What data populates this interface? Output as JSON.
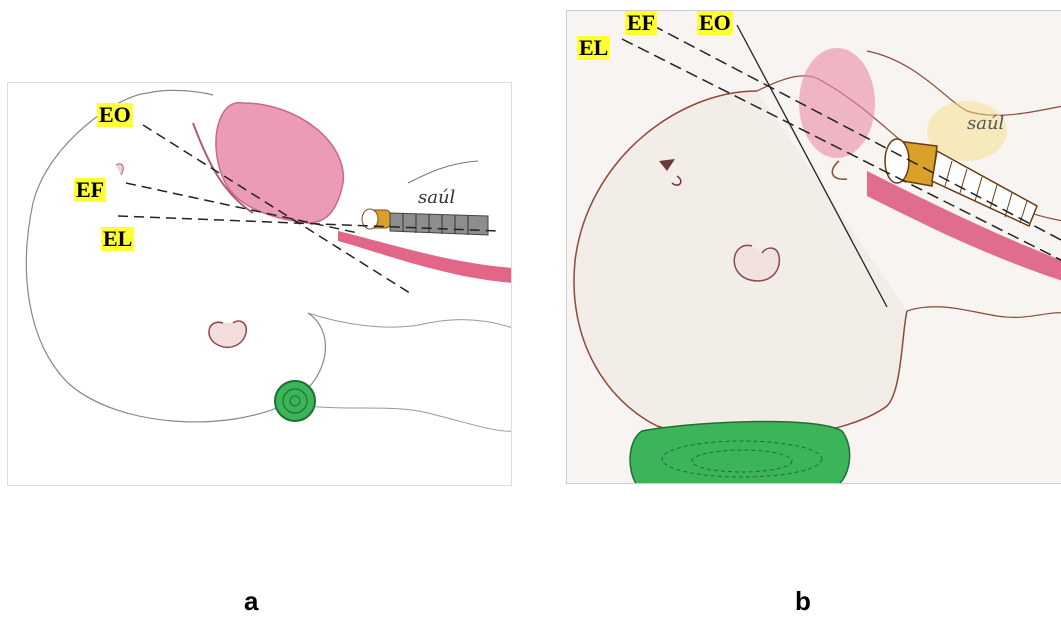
{
  "panel_a": {
    "caption": "a",
    "labels": {
      "eo": "EO",
      "ef": "EF",
      "el": "EL"
    },
    "tube_label": "saúl"
  },
  "panel_b": {
    "caption": "b",
    "labels": {
      "eo": "EO",
      "ef": "EF",
      "el": "EL"
    },
    "tube_label": "saúl"
  },
  "colors": {
    "highlight": "#ffff33",
    "pharynx_pink": "#e98aa8",
    "muscle_red": "#d9406a",
    "tube_gold": "#d9a12a",
    "cushion_green": "#3cb55a"
  }
}
